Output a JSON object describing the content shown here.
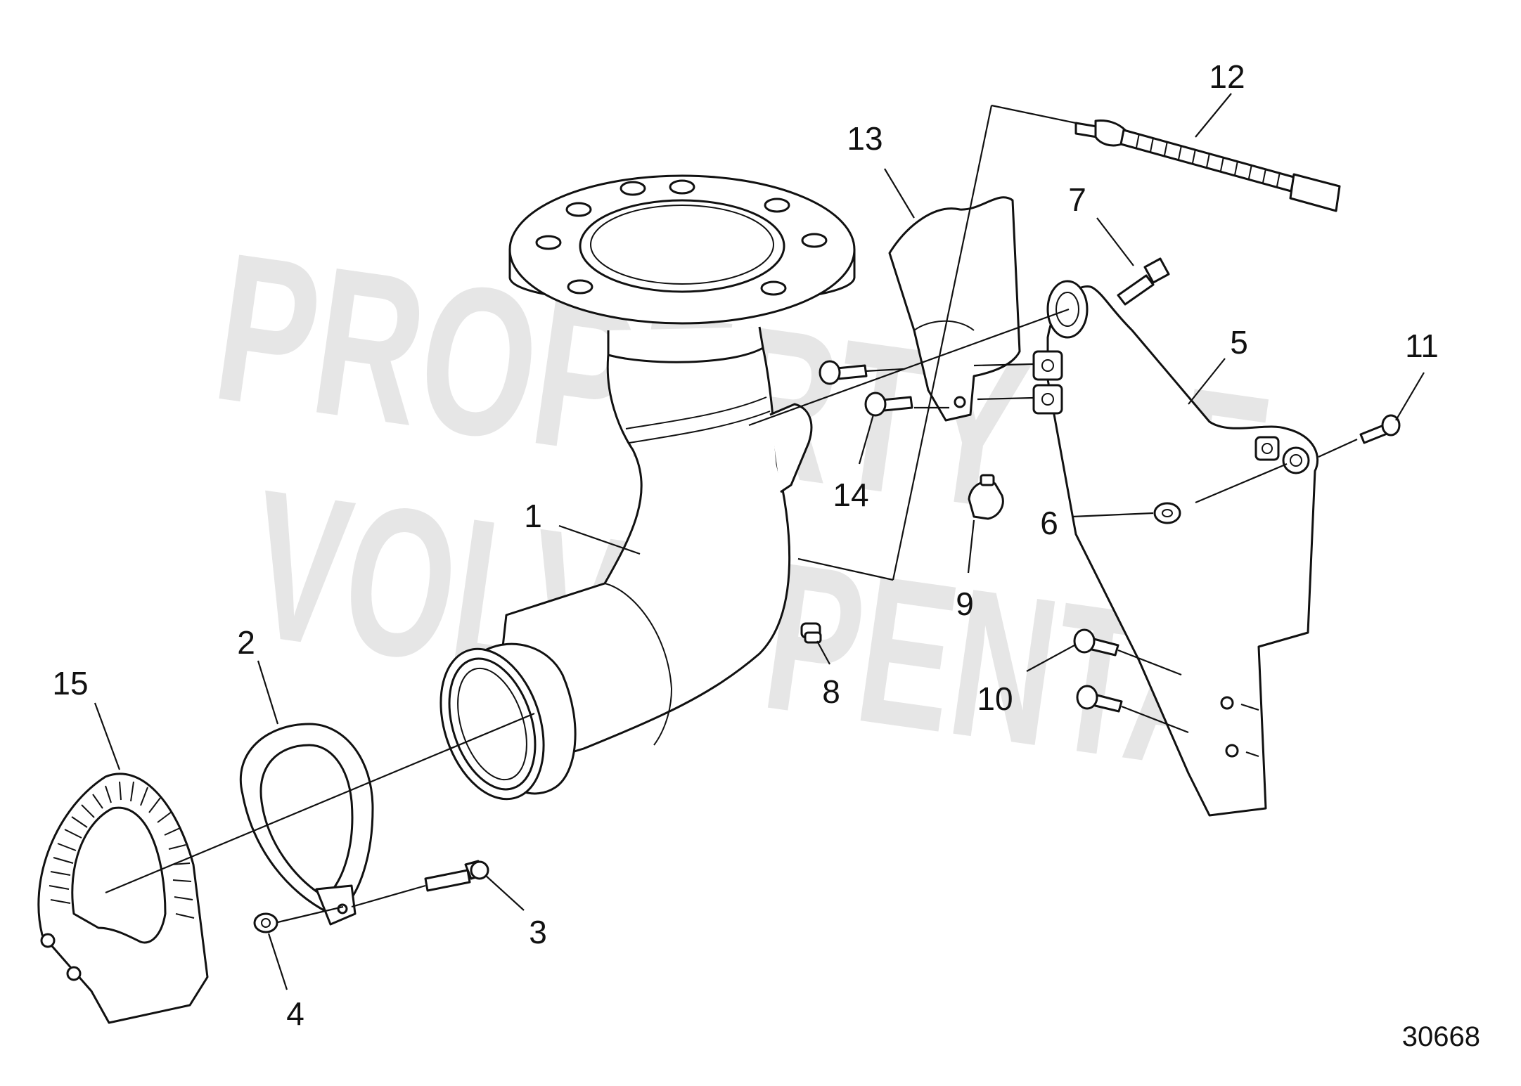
{
  "watermark": {
    "line1": "PROPERTY OF",
    "line2": "VOLVO PENTA"
  },
  "callouts": {
    "c1": "1",
    "c2": "2",
    "c3": "3",
    "c4": "4",
    "c5": "5",
    "c6": "6",
    "c7": "7",
    "c8": "8",
    "c9": "9",
    "c10": "10",
    "c11": "11",
    "c12": "12",
    "c13": "13",
    "c14": "14",
    "c15": "15"
  },
  "drawing_number": "30668"
}
